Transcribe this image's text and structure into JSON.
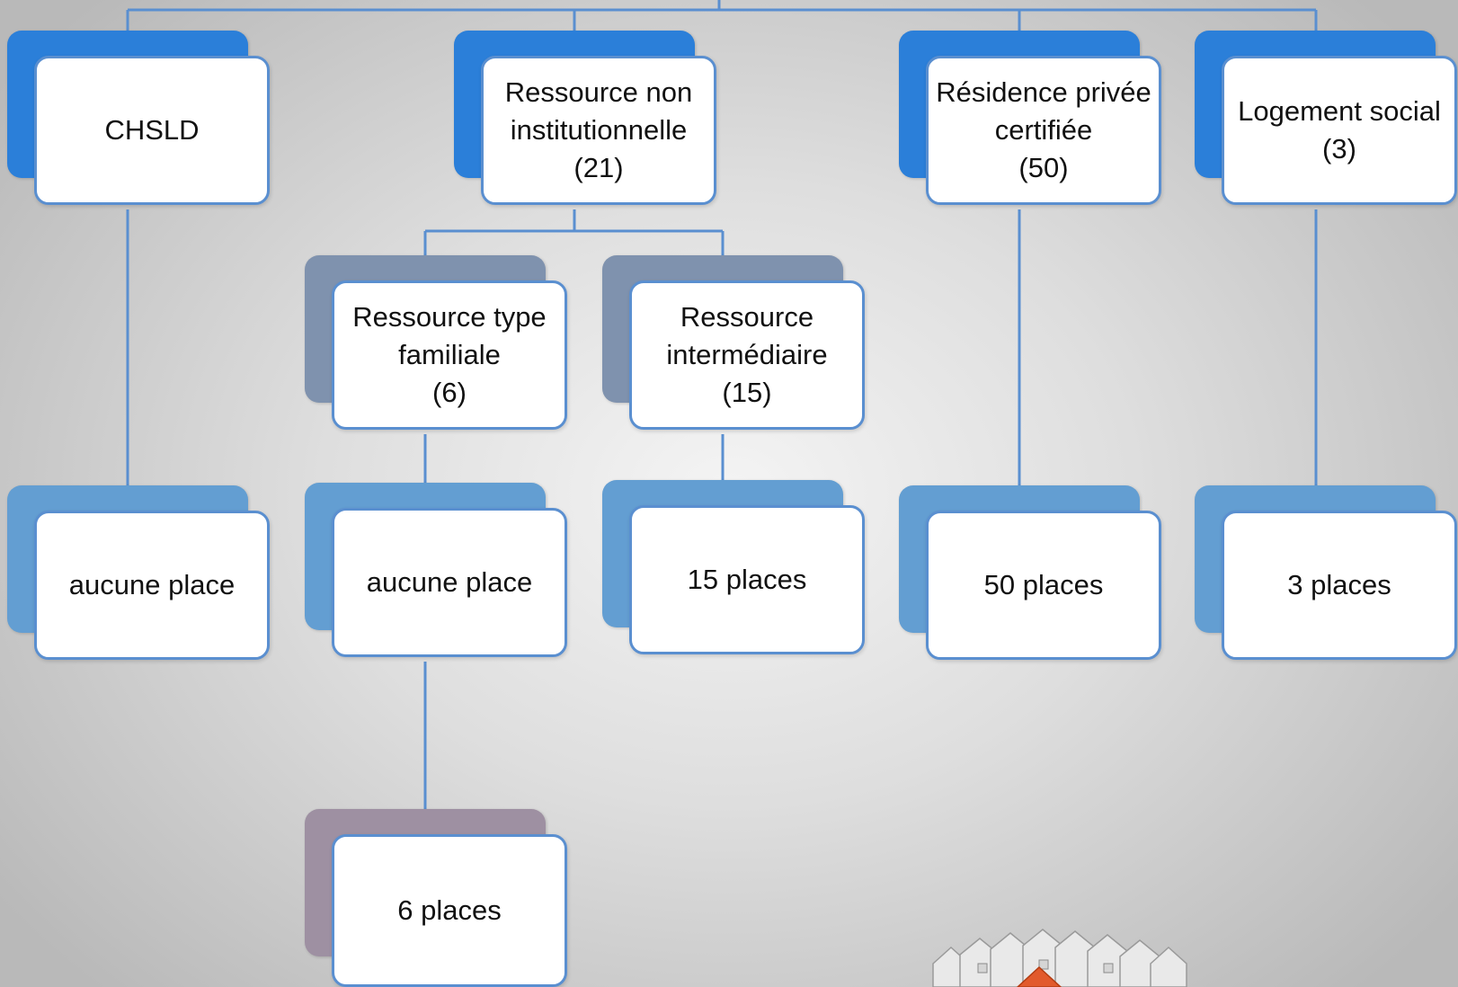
{
  "nodes": {
    "chsld": "CHSLD",
    "rni": "Ressource non\ninstitutionnelle\n(21)",
    "rpc": "Résidence privée\ncertifiée\n(50)",
    "social": "Logement social\n(3)",
    "rtf": "Ressource type\nfamiliale\n(6)",
    "ri": "Ressource\nintermédiaire\n(15)",
    "chsld_places": "aucune place",
    "rtf_places": "aucune place",
    "ri_places": "15 places",
    "rpc_places": "50 places",
    "social_places": "3 places",
    "rtf_sub_places": "6 places"
  },
  "colors": {
    "level1_back": "#2b7fd9",
    "level2_back": "#7f92ae",
    "places_back": "#639ed2",
    "bottom_back": "#9e90a2",
    "box_border": "#5a8fd0",
    "connector": "#5a8fd0"
  },
  "decoration": {
    "icon": "houses-illustration"
  }
}
